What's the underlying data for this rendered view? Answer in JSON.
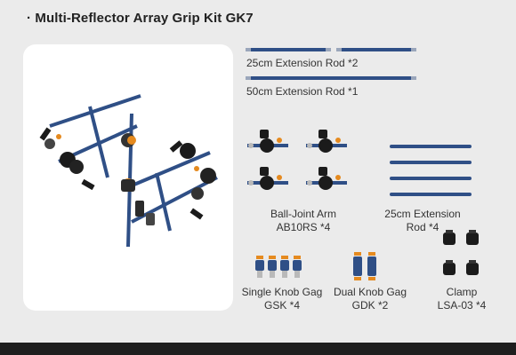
{
  "title": "· Multi-Reflector Array Grip Kit GK7",
  "items": {
    "rod25_top": "25cm Extension Rod *2",
    "rod50": "50cm Extension Rod *1",
    "ball_joint_line1": "Ball-Joint Arm",
    "ball_joint_line2": "AB10RS *4",
    "rod25_right_line1": "25cm Extension",
    "rod25_right_line2": "Rod *4",
    "single_knob_line1": "Single Knob Gag",
    "single_knob_line2": "GSK *4",
    "dual_knob_line1": "Dual Knob Gag",
    "dual_knob_line2": "GDK *2",
    "clamp_line1": "Clamp",
    "clamp_line2": "LSA-03 *4"
  },
  "colors": {
    "rod_blue": "#2f4f86",
    "accent_orange": "#e58a1f",
    "knob_black": "#1b1b1b",
    "metal": "#b9b9b9"
  }
}
